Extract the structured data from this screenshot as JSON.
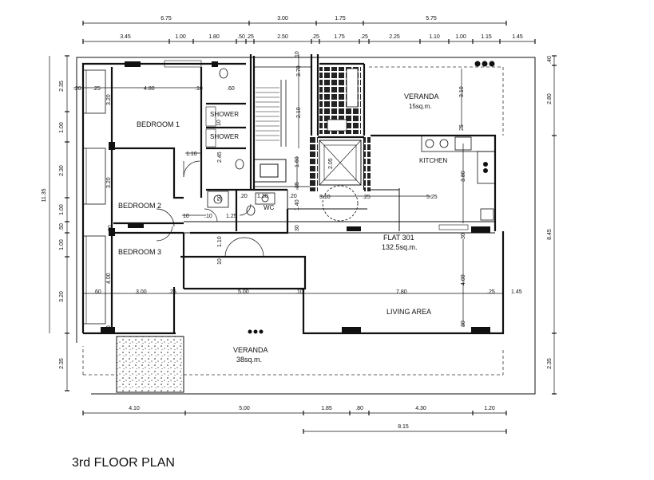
{
  "title": "3rd FLOOR PLAN",
  "dims_top_row1": [
    "6.75",
    "3.00",
    "1.75",
    "5.75"
  ],
  "dims_top_row2": [
    "3.45",
    "1.00",
    "1.80",
    ".50",
    ".25",
    "2.50",
    ".25",
    "1.75",
    ".25",
    "2.25",
    "1.10",
    "1.00",
    "1.15",
    "1.45"
  ],
  "dims_left": [
    "2.35",
    "1.00",
    "2.30",
    "1.00",
    ".50",
    "1.00",
    "3.20",
    "2.35"
  ],
  "dim_left_total": "11.35",
  "dims_right": [
    "2.80",
    "8.45",
    "2.35"
  ],
  "dim_right_top": ".40",
  "dims_bottom_row1": [
    "4.10",
    "5.00",
    "1.85",
    ".80",
    "4.30",
    "1.20"
  ],
  "dims_bottom_row2": [
    "8.15"
  ],
  "interior_dims": {
    "d_20": ".20",
    "d_25a": ".25",
    "d_480": "4.80",
    "d_10a": ".10",
    "d_60": ".60",
    "d_320a": "3.20",
    "d_10b": "10",
    "d_110": "1.10",
    "d_245": "2.45",
    "d_320b": "3.20",
    "d_10c": ".10",
    "d_50a": ".50",
    "d_125": "1.25",
    "d_110b": "1.10",
    "d_20b": ".20",
    "d_10d": "10",
    "d_400": "4.00",
    "d_60b": ".60",
    "d_300": "3.00",
    "d_25b": ".25",
    "d_500": "5.00",
    "d_10e": ".10",
    "d_780": "7.80",
    "d_25c": ".25",
    "d_145": "1.45",
    "d_400b": "4.00",
    "d_10f": "10",
    "d_30a": "30",
    "d_370": "3.70",
    "d_210": "2.10",
    "d_160": "1.60",
    "d_205": "2.05",
    "d_20c": ".20",
    "d_35": ".35",
    "d_140": "1.40",
    "d_130": "1.30",
    "d_310": "3.10",
    "d_25d": ".25",
    "d_525": "5.25",
    "d_310b": "3.10",
    "d_25e": "25",
    "d_380": "3.80",
    "d_30b": "30",
    "d_10g": "10",
    "d_30c": "30",
    "d_30d": "30",
    "d_10h": "10"
  },
  "rooms": {
    "bedroom1": "BEDROOM 1",
    "bedroom2": "BEDROOM 2",
    "bedroom3": "BEDROOM 3",
    "shower1": "SHOWER",
    "shower2": "SHOWER",
    "wc": "WC",
    "kitchen": "KITCHEN",
    "veranda_top": "VERANDA",
    "veranda_top_area": "15sq.m.",
    "flat": "FLAT 301",
    "flat_area": "132.5sq.m.",
    "living": "LIVING AREA",
    "veranda_bottom": "VERANDA",
    "veranda_bottom_area": "38sq.m."
  }
}
